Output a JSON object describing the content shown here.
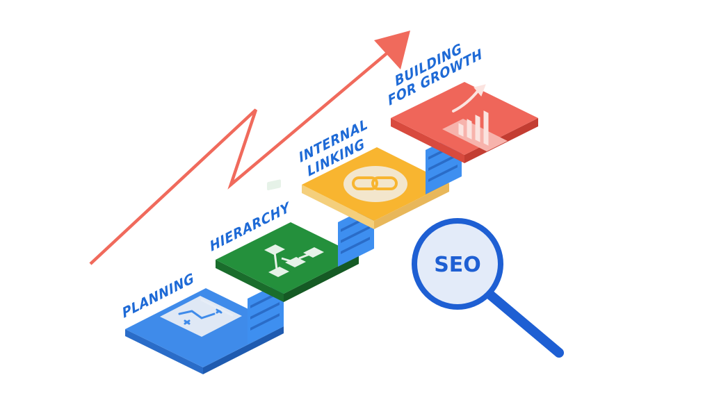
{
  "colors": {
    "label_blue": "#1e6ad6",
    "arrow_red": "#f06a5c",
    "planning_top": "#3f8bea",
    "planning_side": "#2a6cc8",
    "hierarchy_top": "#24903c",
    "hierarchy_side": "#1a6d2c",
    "linking_top": "#f8b530",
    "linking_side": "#f4cf7c",
    "growth_top": "#ef665a",
    "growth_side": "#d84a3e",
    "stairs": "#3e8ff0",
    "magnifier_ring": "#1e5fd3",
    "magnifier_lens": "#e3ebf9"
  },
  "steps": [
    {
      "id": "planning",
      "label": "PLANNING",
      "icon": "roadmap-icon"
    },
    {
      "id": "hierarchy",
      "label": "HIERARCHY",
      "icon": "sitemap-icon"
    },
    {
      "id": "internal_linking",
      "label_lines": [
        "INTERNAL",
        "LINKING"
      ],
      "icon": "chain-link-icon"
    },
    {
      "id": "building_for_growth",
      "label_lines": [
        "BUILDING",
        "FOR GROWTH"
      ],
      "icon": "growth-chart-icon"
    }
  ],
  "magnifier": {
    "text": "SEO",
    "icon": "magnifying-glass-icon"
  },
  "arrow": {
    "icon": "zigzag-growth-arrow-icon"
  }
}
